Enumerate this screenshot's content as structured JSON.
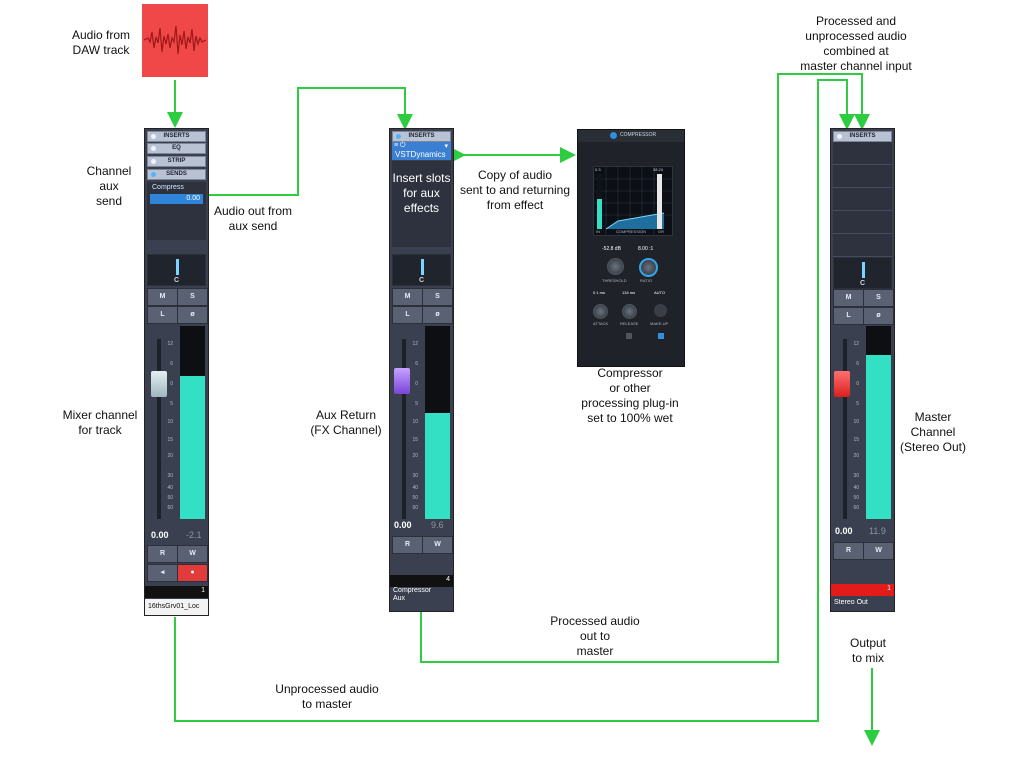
{
  "captions": {
    "audio_from_daw": [
      "Audio from",
      "DAW track"
    ],
    "channel_aux_send": [
      "Channel",
      "aux",
      "send"
    ],
    "audio_out_aux": [
      "Audio out from",
      "aux send"
    ],
    "copy_of_audio": [
      "Copy of audio",
      "sent to and returning",
      "from effect"
    ],
    "processed_unprocessed": [
      "Processed and",
      "unprocessed audio",
      "combined at",
      "master channel input"
    ],
    "mixer_channel": [
      "Mixer channel",
      "for track"
    ],
    "aux_return": [
      "Aux Return",
      "(FX Channel)"
    ],
    "compressor_caption": [
      "Compressor",
      "or other",
      "processing plug-in",
      "set to 100% wet"
    ],
    "master_channel": [
      "Master",
      "Channel",
      "(Stereo Out)"
    ],
    "processed_out": [
      "Processed audio",
      "out to",
      "master"
    ],
    "output_mix": [
      "Output",
      "to mix"
    ],
    "unprocessed": [
      "Unprocessed audio",
      "to master"
    ]
  },
  "channel_strip": {
    "inserts": "INSERTS",
    "eq": "EQ",
    "strip": "STRIP",
    "sends": "SENDS",
    "send_name": "Compress",
    "send_value": "0.00",
    "pan": "C",
    "mute": "M",
    "solo": "S",
    "link": "L",
    "phase": "ø",
    "volume": "0.00",
    "peak": "-2.1",
    "read": "R",
    "write": "W",
    "channel_number": "1",
    "track_name": "16thsGrv01_Loc",
    "meter_level": 0.74
  },
  "aux_strip": {
    "inserts": "INSERTS",
    "plugin": "VSTDynamics",
    "insert_text": [
      "Insert slots",
      "for aux",
      "effects"
    ],
    "pan": "C",
    "mute": "M",
    "solo": "S",
    "link": "L",
    "phase": "ø",
    "volume": "0.00",
    "peak": "9.6",
    "read": "R",
    "write": "W",
    "channel_number": "4",
    "track_name": [
      "Compressor",
      "Aux"
    ],
    "meter_level": 0.55
  },
  "master_strip": {
    "inserts": "INSERTS",
    "pan": "C",
    "mute": "M",
    "solo": "S",
    "link": "L",
    "phase": "ø",
    "volume": "0.00",
    "peak": "11.9",
    "read": "R",
    "write": "W",
    "channel_number": "1",
    "track_name": "Stereo Out",
    "meter_level": 0.85
  },
  "fader_scale": [
    "12",
    "6",
    "0",
    "5",
    "10",
    "15",
    "20",
    "30",
    "40",
    "50",
    "60"
  ],
  "compressor": {
    "title": "COMPRESSOR",
    "in_top": "0.3",
    "gr_top": "38.24",
    "in_label": "IN",
    "graph_label": "COMPRESSION",
    "gr_label": "GR",
    "threshold_value": "-52.8 dB",
    "ratio_value": "8.00 :1",
    "threshold_label": "THRESHOLD",
    "ratio_label": "RATIO",
    "attack_value": "0.1 ms",
    "release_value": "134 ms",
    "auto_label": "AUTO",
    "attack_label": "ATTACK",
    "release_label": "RELEASE",
    "makeup_label": "MAKE-UP"
  },
  "colors": {
    "signal_line": "#2ecc40",
    "strip_bg": "#3a4050",
    "meter": "#33e0c4",
    "audio_clip": "#f04848"
  }
}
